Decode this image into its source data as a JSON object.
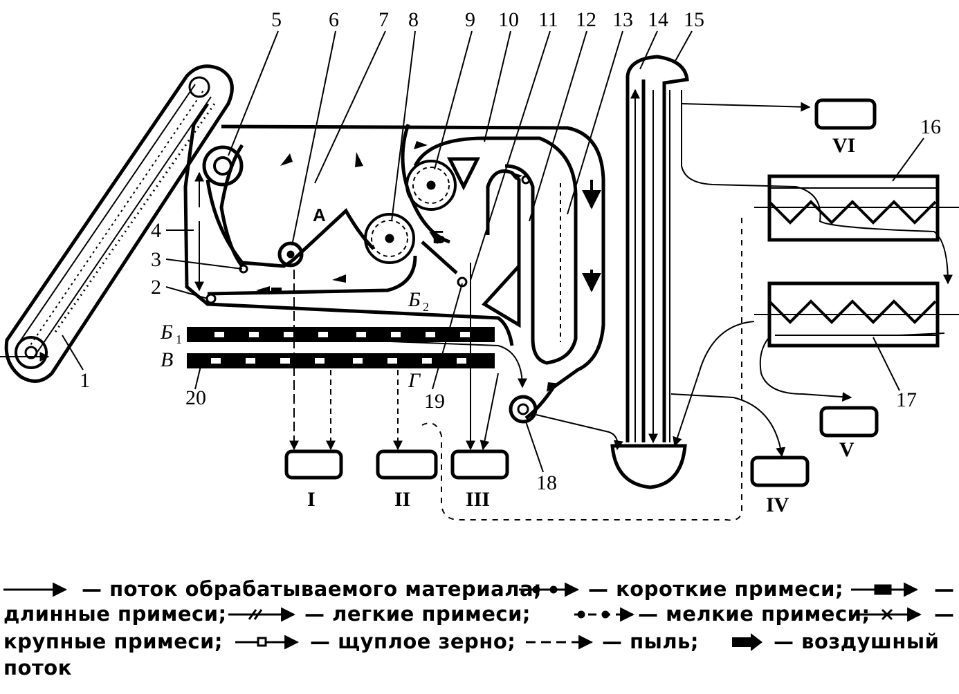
{
  "numbers": [
    "1",
    "2",
    "3",
    "4",
    "5",
    "6",
    "7",
    "8",
    "9",
    "10",
    "11",
    "12",
    "13",
    "14",
    "15",
    "16",
    "17",
    "18",
    "19",
    "20"
  ],
  "bins": [
    "I",
    "II",
    "III",
    "IV",
    "V",
    "VI"
  ],
  "zones": {
    "a": "А",
    "b": "Б"
  },
  "sieves": {
    "b1": "Б",
    "b1_sub": "1",
    "v": "В",
    "b2": "Б",
    "b2_sub": "2",
    "g": "Г"
  },
  "legend": {
    "material": "— поток обрабатываемого материала;",
    "short": "— короткие примеси;",
    "long_dash": "—",
    "long": "длинные примеси;",
    "light": "— легкие примеси;",
    "fine": "— мелкие примеси;",
    "coarse_dash": "—",
    "coarse": "крупные примеси;",
    "shrunken": "— щуплое зерно;",
    "dust": "— пыль;",
    "air": "— воздушный",
    "air2": "поток"
  }
}
